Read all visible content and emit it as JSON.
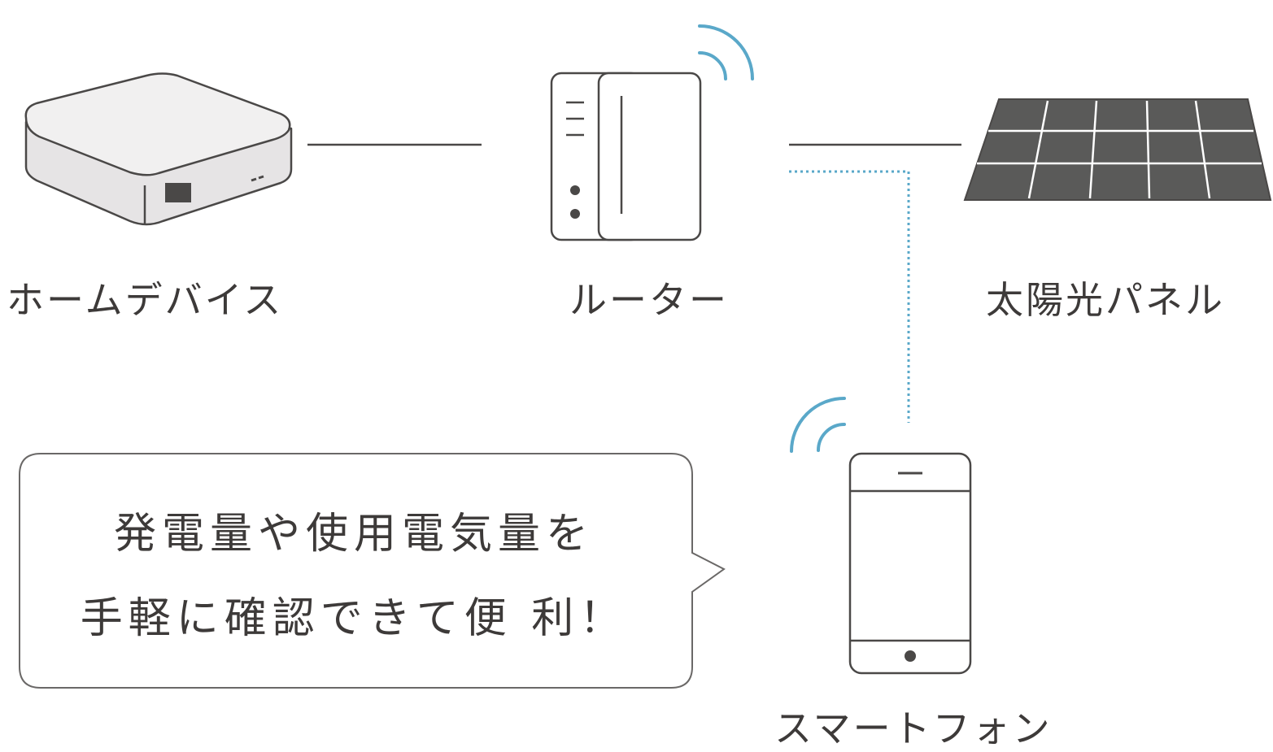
{
  "labels": {
    "home_device": "ホームデバイス",
    "router": "ルーター",
    "solar_panel": "太陽光パネル",
    "smartphone": "スマートフォン"
  },
  "bubble": {
    "line1": "発電量や使用電気量を",
    "line2": "手軽に確認できて便 利！"
  },
  "colors": {
    "stroke": "#4a4847",
    "wifi": "#5aa8c9",
    "panel": "#5a5a59",
    "device_fill": "#eceaeb",
    "text": "#3d3a39"
  }
}
